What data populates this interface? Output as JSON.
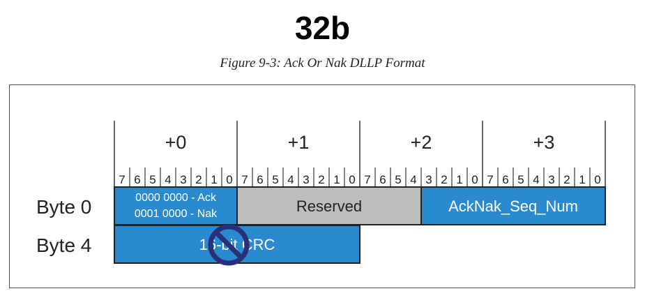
{
  "title": "32b",
  "caption": "Figure 9-3: Ack Or Nak DLLP Format",
  "byte_offsets": [
    "+0",
    "+1",
    "+2",
    "+3"
  ],
  "bit_labels": [
    "7",
    "6",
    "5",
    "4",
    "3",
    "2",
    "1",
    "0"
  ],
  "rows": [
    {
      "label": "Byte 0",
      "fields": [
        {
          "lines": [
            "0000 0000 - Ack",
            "0001 0000 - Nak"
          ],
          "color": "#2a8ad0",
          "text_color": "#ffffff",
          "bits": 8
        },
        {
          "lines": [
            "Reserved"
          ],
          "color": "#bdbdbd",
          "text_color": "#222222",
          "bits": 12
        },
        {
          "lines": [
            "AckNak_Seq_Num"
          ],
          "color": "#2a8ad0",
          "text_color": "#ffffff",
          "bits": 12
        }
      ]
    },
    {
      "label": "Byte 4",
      "fields": [
        {
          "lines": [
            "16-bit CRC"
          ],
          "color": "#2a8ad0",
          "text_color": "#ffffff",
          "bits": 16
        }
      ]
    }
  ],
  "colors": {
    "field_blue": "#2a8ad0",
    "reserved_gray": "#bdbdbd",
    "prohibit_icon": "#2a2f7a"
  },
  "overlay_icon": "prohibited-icon"
}
